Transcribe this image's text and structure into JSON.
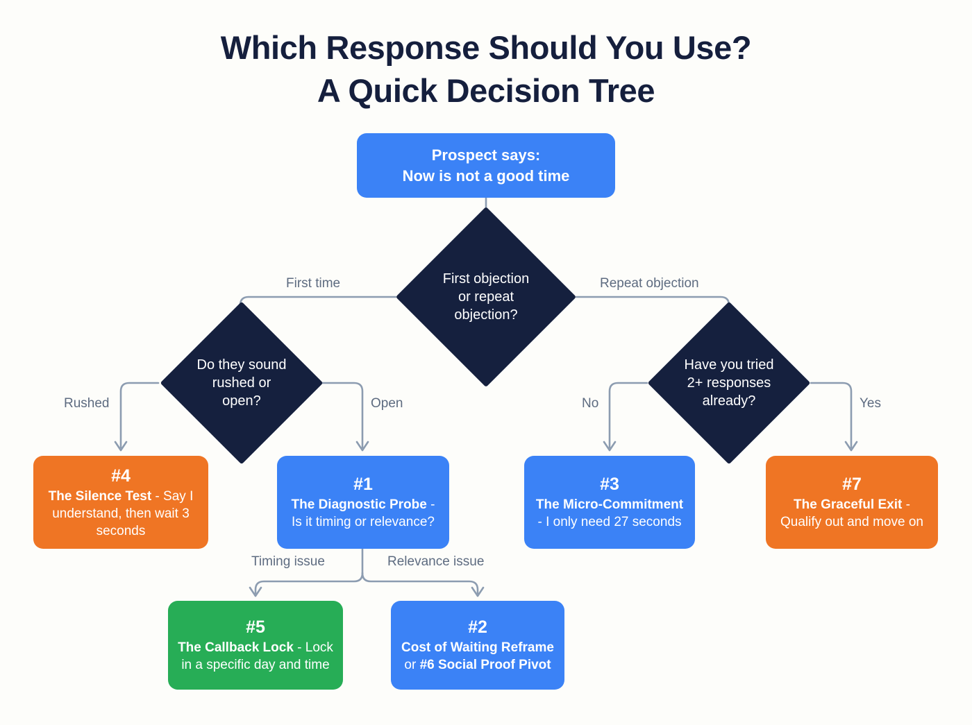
{
  "title": {
    "line1": "Which Response Should You Use?",
    "line2": "A Quick Decision Tree"
  },
  "colors": {
    "background": "#fdfdfa",
    "title": "#151f3d",
    "decision_navy": "#15203e",
    "blue": "#3b82f6",
    "orange": "#ef7524",
    "green": "#27ad56",
    "connector": "#8c9cb0",
    "edge_label": "#5d6b80"
  },
  "nodes": {
    "start": {
      "text": "Prospect says:\nNow is not a good time",
      "shape": "rounded-rect",
      "color": "blue"
    },
    "decision_root": {
      "text": "First objection\nor repeat\nobjection?",
      "shape": "diamond"
    },
    "decision_left": {
      "text": "Do they sound\nrushed or\nopen?",
      "shape": "diamond"
    },
    "decision_right": {
      "text": "Have you tried\n2+ responses\nalready?",
      "shape": "diamond"
    },
    "result_4": {
      "number": "#4",
      "name": "The Silence Test",
      "dash": " - ",
      "detail": "Say I understand, then wait 3 seconds",
      "color": "orange"
    },
    "result_1": {
      "number": "#1",
      "name": "The Diagnostic Probe",
      "dash": " - ",
      "detail": "Is it timing or relevance?",
      "color": "blue"
    },
    "result_3": {
      "number": "#3",
      "name": "The Micro-Commitment",
      "dash": " - ",
      "detail": "I only need 27 seconds",
      "color": "blue"
    },
    "result_7": {
      "number": "#7",
      "name": "The Graceful Exit",
      "dash": " - ",
      "detail": "Qualify out and move on",
      "color": "orange"
    },
    "result_5": {
      "number": "#5",
      "name": "The Callback Lock",
      "dash": " - ",
      "detail": "Lock in a specific day and time",
      "color": "green"
    },
    "result_2": {
      "number": "#2",
      "name_a": "Cost of Waiting Reframe",
      "conj": " or ",
      "name_b": "#6 Social Proof Pivot",
      "color": "blue"
    }
  },
  "edge_labels": {
    "first_time": "First time",
    "repeat_objection": "Repeat objection",
    "rushed": "Rushed",
    "open": "Open",
    "no": "No",
    "yes": "Yes",
    "timing_issue": "Timing issue",
    "relevance_issue": "Relevance issue"
  }
}
